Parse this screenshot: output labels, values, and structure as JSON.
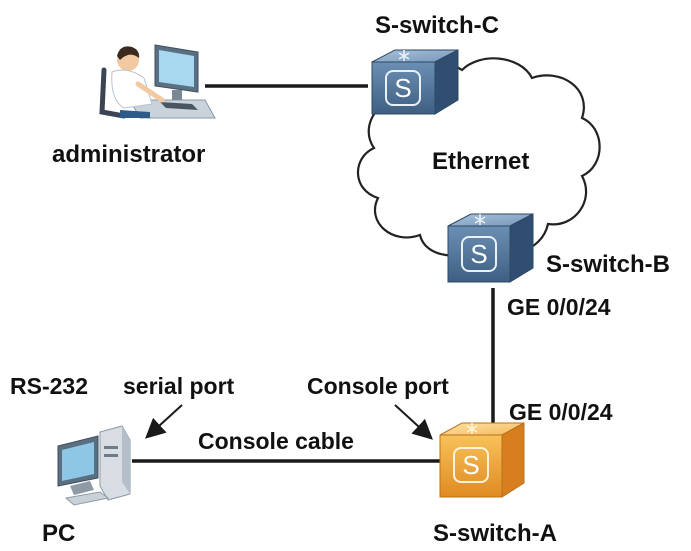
{
  "labels": {
    "switch_c": "S-switch-C",
    "administrator": "administrator",
    "ethernet": "Ethernet",
    "switch_b": "S-switch-B",
    "ge_top": "GE 0/0/24",
    "rs232": "RS-232",
    "serial_port": "serial port",
    "console_port": "Console port",
    "ge_bottom": "GE 0/0/24",
    "console_cable": "Console cable",
    "pc": "PC",
    "switch_a": "S-switch-A",
    "switch_glyph": "S"
  },
  "colors": {
    "switch_blue": "#4a6d90",
    "switch_orange": "#f0a23a",
    "cloud_fill": "#ffffff",
    "line": "#1a1a1a"
  }
}
